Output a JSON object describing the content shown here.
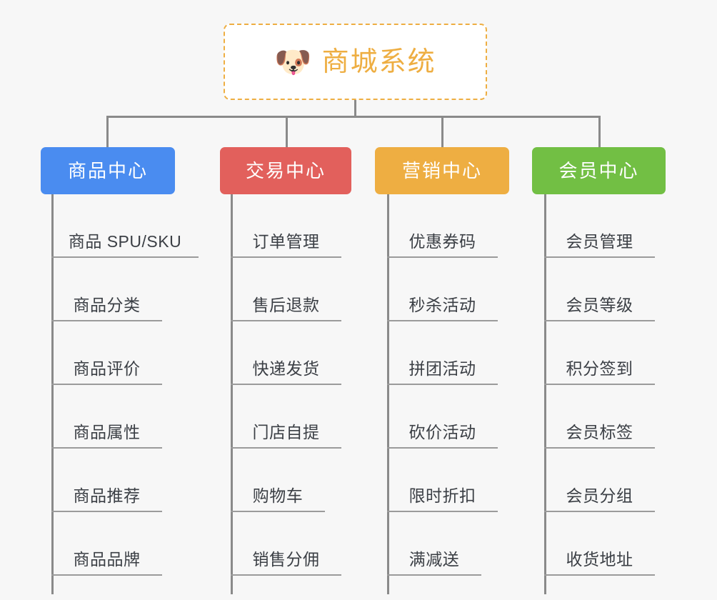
{
  "page": {
    "background_color": "#f7f7f7",
    "line_color": "#8a8a8a",
    "leaf_text_color": "#3b3f45"
  },
  "root": {
    "icon": "shiba-dog-face-emoji",
    "emoji": "🐶",
    "title": "商城系统",
    "title_color": "#eeae42",
    "border_color": "#eeae42",
    "background_color": "#ffffff"
  },
  "columns": [
    {
      "id": "product-center",
      "label": "商品中心",
      "color": "#4a8cf0",
      "items": [
        "商品 SPU/SKU",
        "商品分类",
        "商品评价",
        "商品属性",
        "商品推荐",
        "商品品牌"
      ]
    },
    {
      "id": "trade-center",
      "label": "交易中心",
      "color": "#e2605c",
      "items": [
        "订单管理",
        "售后退款",
        "快递发货",
        "门店自提",
        "购物车",
        "销售分佣"
      ]
    },
    {
      "id": "marketing-center",
      "label": "营销中心",
      "color": "#eeae42",
      "items": [
        "优惠券码",
        "秒杀活动",
        "拼团活动",
        "砍价活动",
        "限时折扣",
        "满减送"
      ]
    },
    {
      "id": "member-center",
      "label": "会员中心",
      "color": "#72bf44",
      "items": [
        "会员管理",
        "会员等级",
        "积分签到",
        "会员标签",
        "会员分组",
        "收货地址"
      ]
    }
  ]
}
